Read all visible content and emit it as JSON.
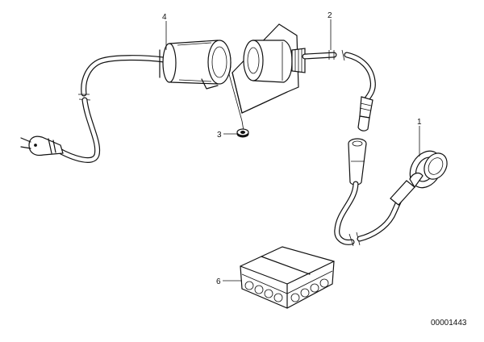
{
  "callouts": {
    "part_1": "1",
    "part_2": "2",
    "part_3": "3",
    "part_4": "4",
    "part_6": "6"
  },
  "diagram_code": "00001443"
}
